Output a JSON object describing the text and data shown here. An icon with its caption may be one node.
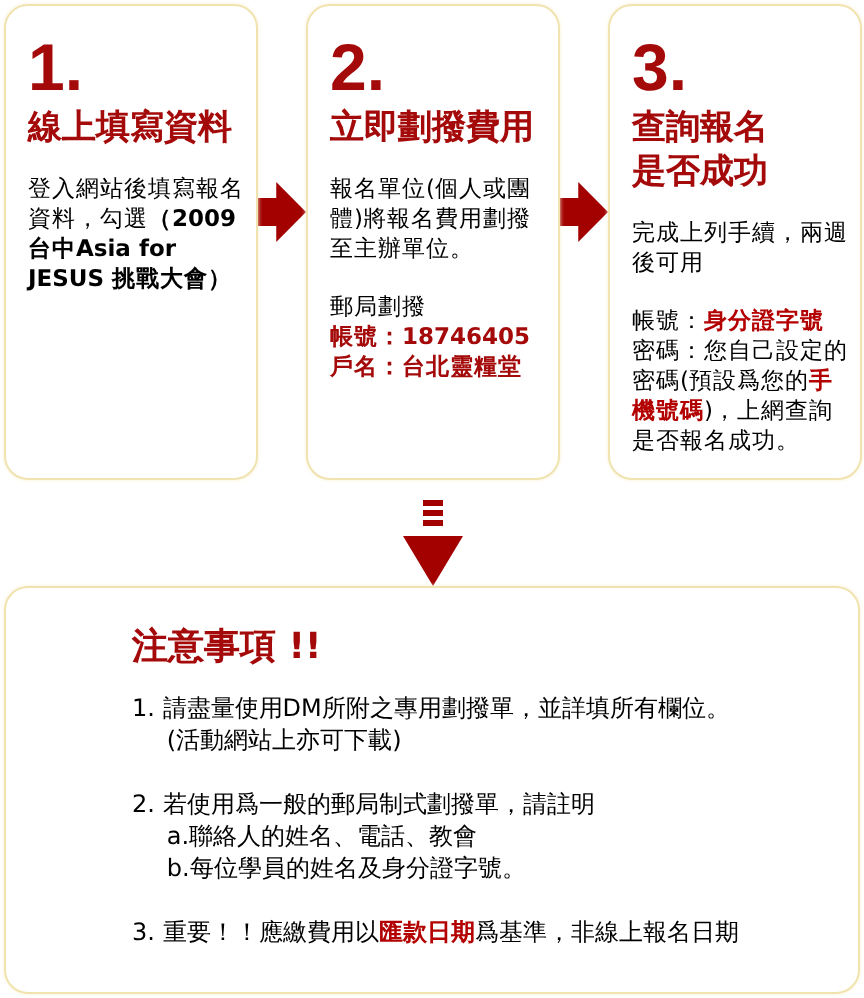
{
  "diagram": {
    "nodes": [
      {
        "text": [
          "1.",
          "線上填寫資料",
          "登入網站後填寫報名資料，勾選**（2009 台中Asia for JESUS 挑戰大會）**"
        ]
      },
      {
        "text": [
          "2.",
          "立即劃撥費用",
          "報名單位(個人或團體)將報名費用劃撥至主辦單位。",
          "郵局劃撥",
          "帳號：18746405",
          "戶名：台北靈糧堂"
        ]
      },
      {
        "text": [
          "3.",
          "查詢報名是否成功",
          "完成上列手續，兩週後可用",
          "帳號：**身分證字號**",
          "密碼：您自己設定的密碼(預設爲您的**手機號碼**)，上網查詢是否報名成功。"
        ]
      },
      {
        "text": [
          "注意事項 !!",
          "1. 請盡量使用DM所附之專用劃撥單，並詳填所有欄位。",
          "(活動網站上亦可下載)",
          "2. 若使用爲一般的郵局制式劃撥單，請註明",
          "a.聯絡人的姓名、電話、教會",
          "b.每位學員的姓名及身分證字號。",
          "3. 重要！！應繳費用以**匯款日期**爲基準，非線上報名日期"
        ]
      }
    ],
    "edges": [
      {
        "from": 0,
        "to": 1,
        "arrow": "to"
      },
      {
        "from": 1,
        "to": 2,
        "arrow": "to"
      },
      {
        "from": 1,
        "to": 3,
        "arrow": "to",
        "style": "dashed"
      }
    ]
  }
}
